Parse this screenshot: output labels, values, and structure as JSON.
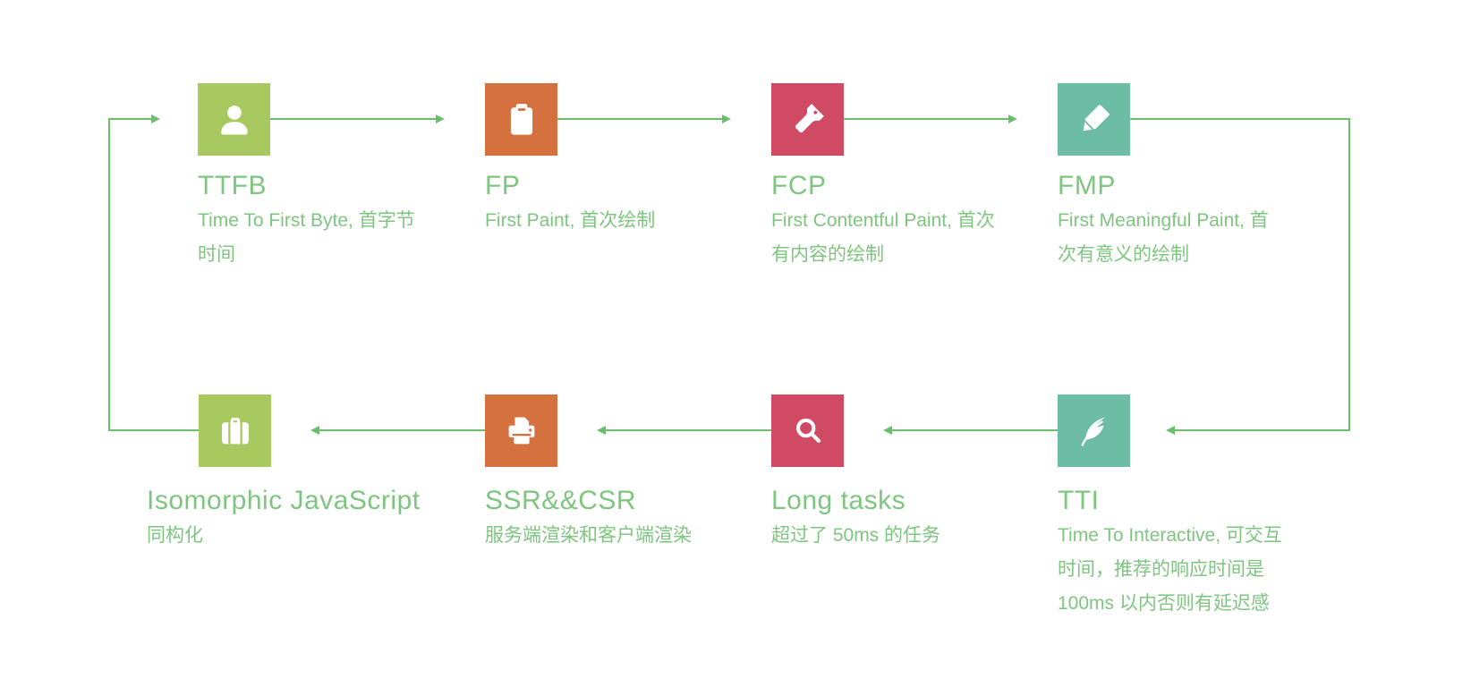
{
  "colors": {
    "background": "#ffffff",
    "arrow_line": "#6cbe6d",
    "text_green": "#7ec57f",
    "tile_green": "#a8c95f",
    "tile_orange": "#d4713e",
    "tile_red": "#d04a63",
    "tile_teal": "#6cbda4"
  },
  "items": [
    {
      "id": "ttfb",
      "title": "TTFB",
      "description": "Time To First Byte, 首字节时间",
      "icon": "user-icon",
      "tile_color": "#a8c95f"
    },
    {
      "id": "fp",
      "title": "FP",
      "description": "First Paint, 首次绘制",
      "icon": "clipboard-icon",
      "tile_color": "#d4713e"
    },
    {
      "id": "fcp",
      "title": "FCP",
      "description": "First Contentful Paint, 首次有内容的绘制",
      "icon": "flashlight-icon",
      "tile_color": "#d04a63"
    },
    {
      "id": "fmp",
      "title": "FMP",
      "description": "First Meaningful Paint, 首次有意义的绘制",
      "icon": "pencil-icon",
      "tile_color": "#6cbda4"
    },
    {
      "id": "tti",
      "title": "TTI",
      "description": "Time To Interactive, 可交互时间，推荐的响应时间是 100ms 以内否则有延迟感",
      "icon": "feather-icon",
      "tile_color": "#6cbda4"
    },
    {
      "id": "long-tasks",
      "title": "Long tasks",
      "description": "超过了 50ms 的任务",
      "icon": "search-icon",
      "tile_color": "#d04a63"
    },
    {
      "id": "ssr-csr",
      "title": "SSR&&CSR",
      "description": "服务端渲染和客户端渲染",
      "icon": "printer-icon",
      "tile_color": "#d4713e"
    },
    {
      "id": "isomorphic",
      "title": "Isomorphic JavaScript",
      "description": "同构化",
      "icon": "briefcase-icon",
      "tile_color": "#a8c95f"
    }
  ],
  "connections": [
    {
      "from": "TTFB",
      "to": "FP"
    },
    {
      "from": "FP",
      "to": "FCP"
    },
    {
      "from": "FCP",
      "to": "FMP"
    },
    {
      "from": "FMP",
      "to": "TTI"
    },
    {
      "from": "TTI",
      "to": "Long tasks"
    },
    {
      "from": "Long tasks",
      "to": "SSR&&CSR"
    },
    {
      "from": "SSR&&CSR",
      "to": "Isomorphic JavaScript"
    },
    {
      "from": "Isomorphic JavaScript",
      "to": "TTFB"
    }
  ]
}
